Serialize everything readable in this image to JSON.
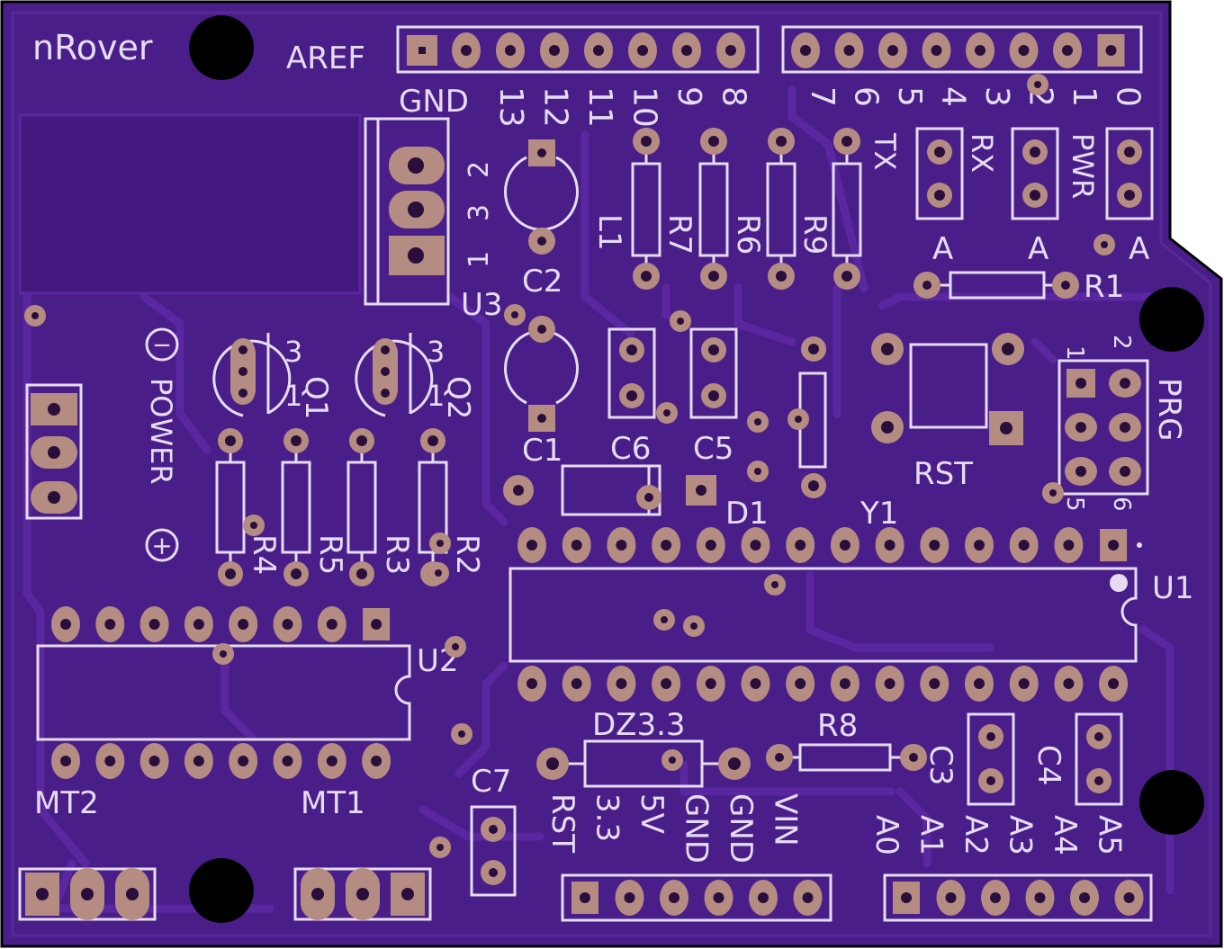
{
  "board": {
    "title": "nRover",
    "colors": {
      "substrate": "#4a1e88",
      "silkscreen": "#e6dcf2",
      "copper_pad": "#b48c82",
      "mount_hole": "#000000"
    }
  },
  "headers": {
    "aref": "AREF",
    "gnd": "GND",
    "digital_hi": [
      "13",
      "12",
      "11",
      "10",
      "9",
      "8"
    ],
    "digital_lo": [
      "7",
      "6",
      "5",
      "4",
      "3",
      "2",
      "1",
      "0"
    ],
    "power": [
      "RST",
      "3.3",
      "5V",
      "GND",
      "GND",
      "VIN"
    ],
    "analog": [
      "A0",
      "A1",
      "A2",
      "A3",
      "A4",
      "A5"
    ]
  },
  "labels": {
    "u1": "U1",
    "u2": "U2",
    "u3": "U3",
    "q1": "Q1",
    "q2": "Q2",
    "c1": "C1",
    "c2": "C2",
    "c3": "C3",
    "c4": "C4",
    "c5": "C5",
    "c6": "C6",
    "c7": "C7",
    "r1": "R1",
    "r2": "R2",
    "r3": "R3",
    "r4": "R4",
    "r5": "R5",
    "r6": "R6",
    "r7": "R7",
    "r8": "R8",
    "r9": "R9",
    "l1": "L1",
    "d1": "D1",
    "y1": "Y1",
    "rst": "RST",
    "prg": "PRG",
    "dz": "DZ3.3",
    "mt1": "MT1",
    "mt2": "MT2",
    "tx": "TX",
    "rx": "RX",
    "pwr": "PWR",
    "a_tx": "A",
    "a_rx": "A",
    "a_pwr": "A",
    "power_label": "POWER",
    "minus": "−",
    "plus": "+",
    "u3_pin2": "2",
    "u3_pin3": "3",
    "u3_pin1": "1",
    "q1_pin3": "3",
    "q1_pin1": "1",
    "q2_pin3": "3",
    "q2_pin1": "1",
    "prg_p1": "1",
    "prg_p2": "2",
    "prg_p5": "5",
    "prg_p6": "6"
  }
}
